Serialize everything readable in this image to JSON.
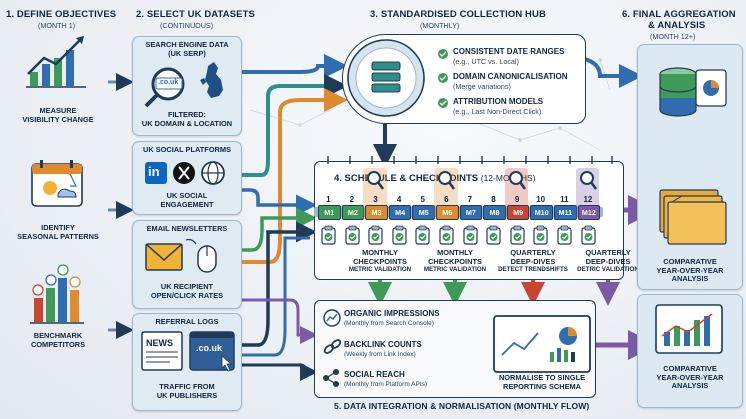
{
  "col1": {
    "title": "1. DEFINE OBJECTIVES",
    "sub": "(MONTH 1)",
    "items": [
      {
        "l1": "MEASURE",
        "l2": "VISIBILITY CHANGE"
      },
      {
        "l1": "IDENTIFY",
        "l2": "SEASONAL PATTERNS"
      },
      {
        "l1": "BENCHMARK",
        "l2": "COMPETITORS"
      }
    ]
  },
  "col2": {
    "title": "2. SELECT UK DATASETS",
    "sub": "(CONTINUOUS)",
    "search": {
      "t1": "SEARCH ENGINE DATA",
      "t2": "(UK SERP)",
      "domain": ".co.uk",
      "f1": "FILTERED:",
      "f2": "UK DOMAIN & LOCATION"
    },
    "social": {
      "t1": "UK SOCIAL PLATFORMS",
      "l1": "UK SOCIAL",
      "l2": "ENGAGEMENT",
      "li": "in"
    },
    "email": {
      "t1": "EMAIL NEWSLETTERS",
      "l1": "UK RECIPIENT",
      "l2": "OPEN/CLICK RATES"
    },
    "referral": {
      "t1": "REFERRAL LOGS",
      "news": "NEWS",
      "domain": ".co.uk",
      "l1": "TRAFFIC FROM",
      "l2": "UK PUBLISHERS"
    }
  },
  "col3": {
    "title": "3. STANDARDISED COLLECTION HUB",
    "sub": "(MONTHLY)",
    "items": [
      {
        "b": "CONSISTENT DATE RANGES",
        "s": "(e.g., UTC vs. Local)"
      },
      {
        "b": "DOMAIN CANONICALISATION",
        "s": "(Merge variations)"
      },
      {
        "b": "ATTRIBUTION MODELS",
        "s": "(e.g., Last Non-Direct Click)"
      }
    ]
  },
  "col4": {
    "title": "4. SCHEDULE & CHECKPOINTS",
    "title_suffix": "(12-MONTHS)",
    "nums": [
      "1",
      "2",
      "3",
      "4",
      "5",
      "6",
      "7",
      "8",
      "9",
      "10",
      "11",
      "12"
    ],
    "months": [
      "M1",
      "M2",
      "M3",
      "M4",
      "M5",
      "M6",
      "M7",
      "M8",
      "M9",
      "M10",
      "M11",
      "M12"
    ],
    "checkpoints": [
      {
        "l1": "MONTHLY",
        "l2": "CHECKPOINTS",
        "s": "METRIC VALIDATION"
      },
      {
        "l1": "MONTHLY",
        "l2": "CHECKPOINTS",
        "s": "METRIC VALIDATION"
      },
      {
        "l1": "QUARTERLY",
        "l2": "DEEP-DIVES",
        "s": "DETECT TRENDSHIFTS"
      },
      {
        "l1": "QUARTERLY",
        "l2": "DEEP-DIVES",
        "s": "DETRIC VALIDATION"
      }
    ]
  },
  "col5": {
    "title": "5. DATA INTEGRATION & NORMALISATION (MONTHLY FLOW)",
    "items": [
      {
        "b": "ORGANIC IMPRESSIONS",
        "s": "(Monthly from Search Console)"
      },
      {
        "b": "BACKLINK COUNTS",
        "s": "(Weekly from Link Index)"
      },
      {
        "b": "SOCIAL REACH",
        "s": "(Monthly from Platform APIs)"
      }
    ],
    "normalise_l1": "NORMALISE TO SINGLE",
    "normalise_l2": "REPORTING SCHEMA"
  },
  "col6": {
    "title1": "6. FINAL AGGREGATION",
    "title2": "& ANALYSIS",
    "sub": "(MONTH 12+)",
    "label1": {
      "l1": "COMPARATIVE",
      "l2": "YEAR-OVER-YEAR",
      "l3": "ANALYSIS"
    },
    "label2": {
      "l1": "COMPARATIVE",
      "l2": "YEAR-OVER-YEAR",
      "l3": "ANALYSIS"
    }
  },
  "colors": {
    "navy": "#1f3b58",
    "blue": "#2f6db0",
    "green": "#3f9a58",
    "orange": "#e08a2f",
    "purple": "#7c5aa6",
    "red": "#c9452f",
    "teal": "#2e8f8a"
  }
}
